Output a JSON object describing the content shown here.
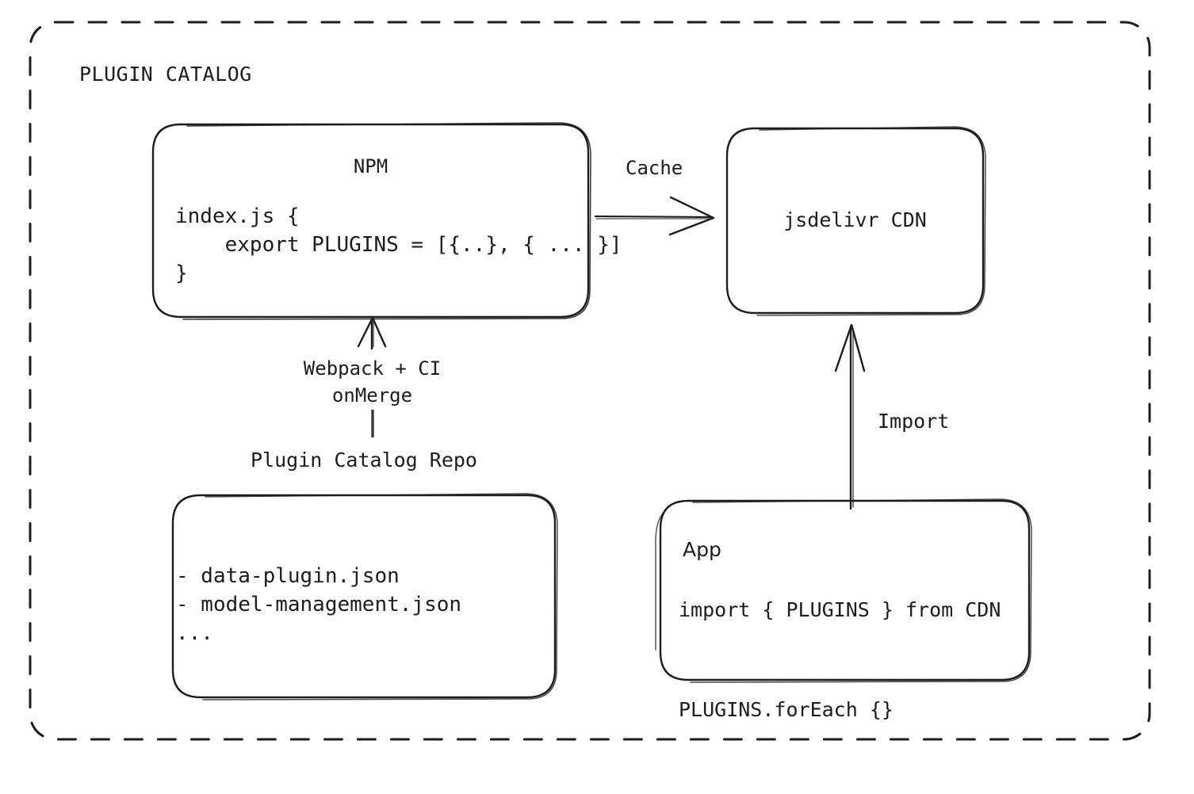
{
  "diagram": {
    "title": "PLUGIN CATALOG",
    "background_color": "#ffffff",
    "stroke_color": "#1d1d1d",
    "style": "hand-drawn"
  },
  "nodes": {
    "npm": {
      "title": "NPM",
      "code": "index.js {\n    export PLUGINS = [{..}, { ... }]\n}"
    },
    "cdn": {
      "title": "jsdelivr CDN"
    },
    "repo": {
      "title": "Plugin Catalog Repo",
      "files": "- data-plugin.json\n- model-management.json\n..."
    },
    "app": {
      "title": "App",
      "code": "import { PLUGINS } from CDN\n\nPLUGINS.forEach {}"
    }
  },
  "edges": {
    "cache": {
      "label": "Cache",
      "from": "npm",
      "to": "cdn",
      "direction": "right"
    },
    "build": {
      "label": "Webpack + CI\nonMerge",
      "from": "repo",
      "to": "npm",
      "direction": "up"
    },
    "import": {
      "label": "Import",
      "from": "app",
      "to": "cdn",
      "direction": "up"
    }
  },
  "chart_data": {
    "type": "diagram",
    "title": "PLUGIN CATALOG",
    "nodes": [
      {
        "id": "npm",
        "label": "NPM",
        "body": "index.js {\n    export PLUGINS = [{..}, { ... }]\n}"
      },
      {
        "id": "cdn",
        "label": "jsdelivr CDN",
        "body": ""
      },
      {
        "id": "repo",
        "label": "Plugin Catalog Repo",
        "body": "- data-plugin.json\n- model-management.json\n..."
      },
      {
        "id": "app",
        "label": "App",
        "body": "import { PLUGINS } from CDN\n\nPLUGINS.forEach {}"
      }
    ],
    "edges": [
      {
        "from": "npm",
        "to": "cdn",
        "label": "Cache"
      },
      {
        "from": "repo",
        "to": "npm",
        "label": "Webpack + CI onMerge"
      },
      {
        "from": "app",
        "to": "cdn",
        "label": "Import"
      }
    ]
  }
}
